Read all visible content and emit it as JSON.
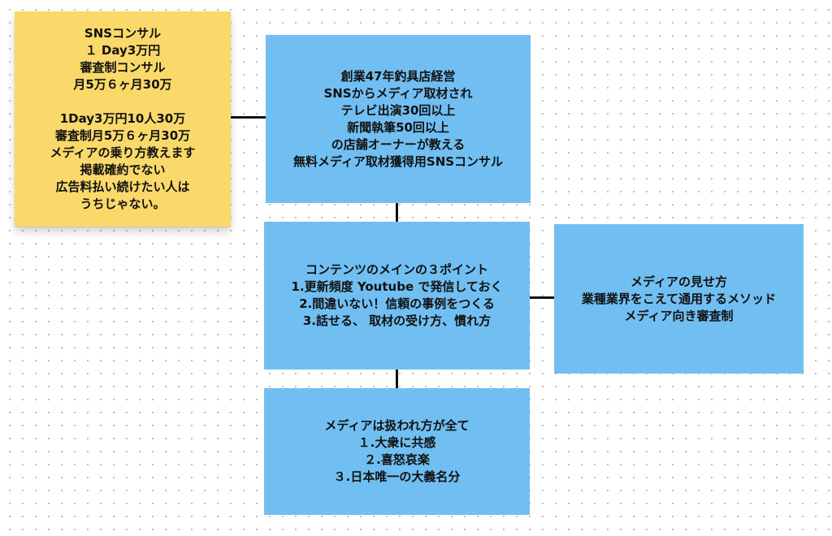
{
  "sticky_note": {
    "lines": [
      "SNSコンサル",
      "１ Day3万円",
      "審査制コンサル",
      "月5万６ヶ月30万",
      "",
      "1Day3万円10人30万",
      "審査制月5万６ヶ月30万",
      "メディアの乗り方教えます",
      "掲載確約でない",
      "広告料払い続けたい人は",
      "うちじゃない。"
    ]
  },
  "profile_box": {
    "lines": [
      "創業47年釣具店経営",
      "SNSからメディア取材され",
      "テレビ出演30回以上",
      "新聞執筆50回以上",
      "の店舗オーナーが教える",
      "無料メディア取材獲得用SNSコンサル"
    ]
  },
  "content_points_box": {
    "lines": [
      "コンテンツのメインの３ポイント",
      "1.更新頻度 Youtube で発信しておく",
      "2.間違いない！信頼の事例をつくる",
      "3.話せる、 取材の受け方、慣れ方"
    ]
  },
  "media_method_box": {
    "lines": [
      "メディアの見せ方",
      "業種業界をこえて通用するメソッド",
      "メディア向き審査制"
    ]
  },
  "media_treatment_box": {
    "lines": [
      "メディアは扱われ方が全て",
      "１.大衆に共感",
      "２.喜怒哀楽",
      "３.日本唯一の大義名分"
    ]
  },
  "colors": {
    "sticky": "#fad96a",
    "box": "#71bff2",
    "connector": "#111111"
  }
}
